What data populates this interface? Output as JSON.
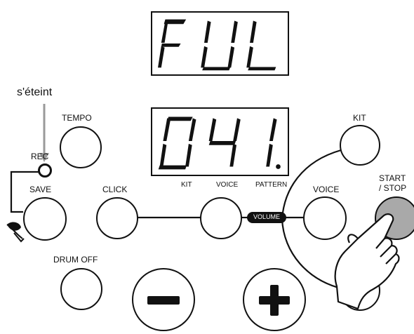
{
  "display_top": {
    "text": "FUL"
  },
  "display_bottom": {
    "text": "041."
  },
  "annotation": {
    "text": "s'éteint"
  },
  "buttons": {
    "tempo": "TEMPO",
    "rec": "REC",
    "save": "SAVE",
    "click": "CLICK",
    "voice": "VOICE",
    "kit": "KIT",
    "start_stop_line1": "START",
    "start_stop_line2": "/ STOP",
    "drum_off": "DRUM OFF",
    "minus": "−",
    "plus": "+"
  },
  "mode_labels": {
    "kit": "KIT",
    "voice": "VOICE",
    "pattern": "PATTERN"
  },
  "volume_label": "VOLUME",
  "colors": {
    "ink": "#111111",
    "arrow": "#9a9a9a",
    "start_button": "#a9a9a9",
    "hand": "#ffffff"
  },
  "icons": [
    "leaf-icon",
    "hand-press-icon",
    "arrow-down-icon"
  ]
}
